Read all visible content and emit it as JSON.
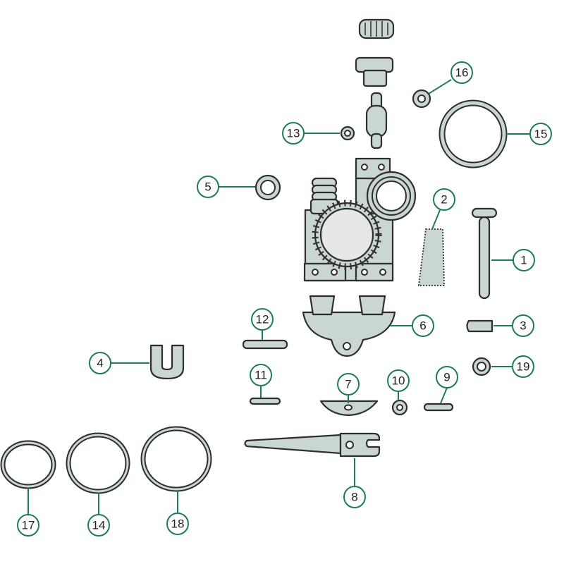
{
  "diagram": {
    "type": "exploded-parts-diagram",
    "colors": {
      "part_fill": "#c9d6d1",
      "outline": "#2e2e2e",
      "callout": "#1f7a5a"
    },
    "callouts": [
      "1",
      "2",
      "3",
      "4",
      "5",
      "6",
      "7",
      "8",
      "9",
      "10",
      "11",
      "12",
      "13",
      "14",
      "15",
      "16",
      "17",
      "18",
      "19"
    ]
  }
}
